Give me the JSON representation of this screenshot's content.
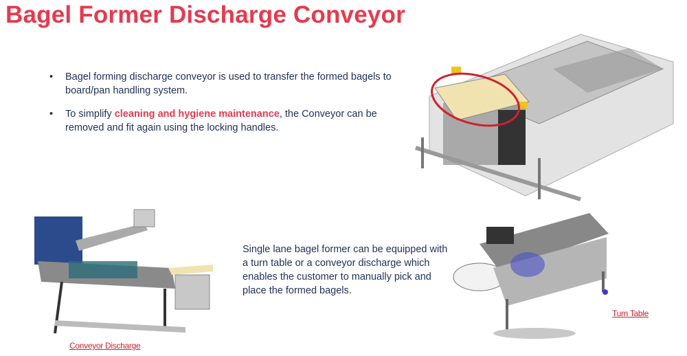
{
  "title": "Bagel Former Discharge Conveyor",
  "bullets": [
    {
      "text": "Bagel forming discharge conveyor is used to transfer the formed bagels to board/pan handling system."
    },
    {
      "pre": "To simplify ",
      "highlight": "cleaning and hygiene maintenance",
      "post": ", the Conveyor can be removed and fit again using the locking handles."
    }
  ],
  "description": "Single lane bagel former can be equipped with a turn table or a conveyor discharge which enables the customer to manually pick and place the formed bagels.",
  "captions": {
    "conveyor_discharge": "Conveyor Discharge",
    "turn_table": "Turn Table"
  },
  "colors": {
    "title": "#e53a4e",
    "body_text": "#1f2e5a",
    "highlight_circle": "#d0202e"
  }
}
